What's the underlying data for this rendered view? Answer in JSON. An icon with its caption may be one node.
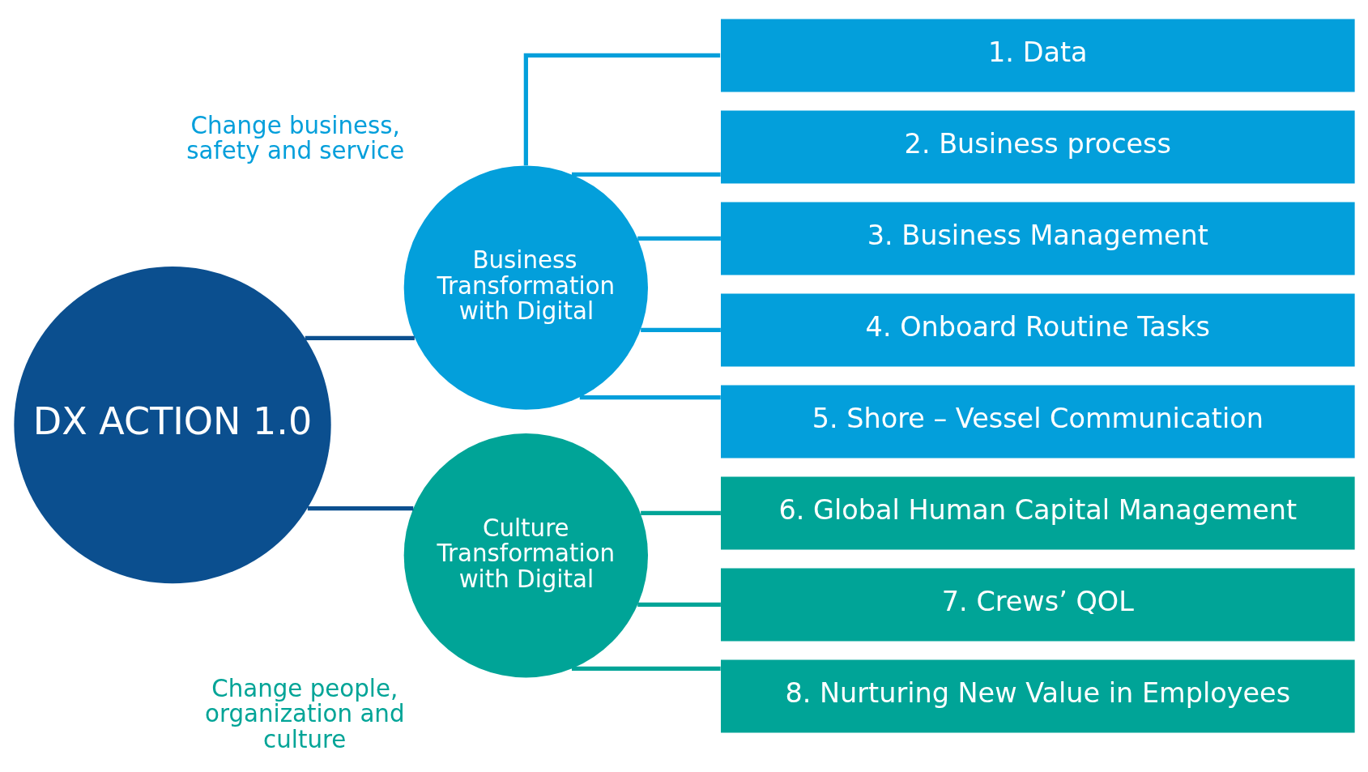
{
  "diagram": {
    "nodes": [
      {
        "text": [
          "DX ACTION 1.0"
        ]
      },
      {
        "text": [
          "Business Transformation with Digital"
        ],
        "beside": [
          "Change business, safety and service"
        ]
      },
      {
        "text": [
          "1. Data"
        ]
      },
      {
        "text": [
          "2. Business process"
        ]
      },
      {
        "text": [
          "3. Business Management"
        ]
      },
      {
        "text": [
          "4. Onboard Routine Tasks"
        ]
      },
      {
        "text": [
          "5. Shore – Vessel Communication"
        ]
      },
      {
        "text": [
          "Culture Transformation with Digital"
        ],
        "beside": [
          "Change people, organization and culture"
        ]
      },
      {
        "text": [
          "6. Global Human Capital Management"
        ]
      },
      {
        "text": [
          "7. Crews’ QOL"
        ]
      },
      {
        "text": [
          "8. Nurturing New Value in Employees"
        ]
      }
    ],
    "edges": [
      {
        "from": 0,
        "to": 1,
        "arrow": "none",
        "color": "#0b4f8f"
      },
      {
        "from": 0,
        "to": 7,
        "arrow": "none",
        "color": "#0b4f8f"
      },
      {
        "from": 1,
        "to": 2,
        "arrow": "none"
      },
      {
        "from": 1,
        "to": 3,
        "arrow": "none"
      },
      {
        "from": 1,
        "to": 4,
        "arrow": "none"
      },
      {
        "from": 1,
        "to": 5,
        "arrow": "none"
      },
      {
        "from": 1,
        "to": 6,
        "arrow": "none"
      },
      {
        "from": 7,
        "to": 8,
        "arrow": "none",
        "color": "#00a497"
      },
      {
        "from": 7,
        "to": 9,
        "arrow": "none",
        "color": "#00a497"
      },
      {
        "from": 7,
        "to": 10,
        "arrow": "none",
        "color": "#00a497"
      }
    ]
  }
}
